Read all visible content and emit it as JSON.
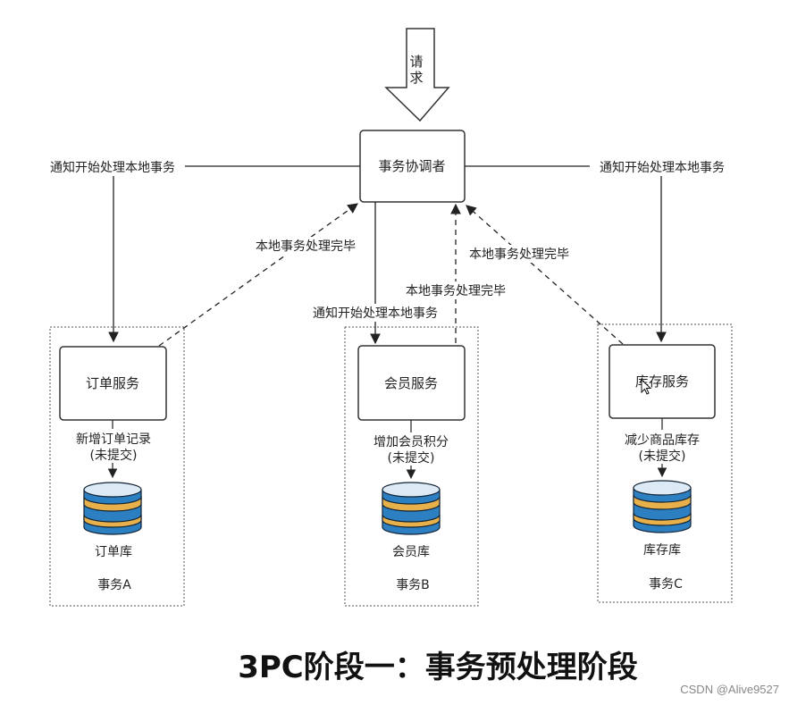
{
  "request": {
    "label_line1": "请",
    "label_line2": "求"
  },
  "coordinator": {
    "label": "事务协调者"
  },
  "edges": {
    "notify_left": "通知开始处理本地事务",
    "notify_right": "通知开始处理本地事务",
    "notify_middle": "通知开始处理本地事务",
    "done_a": "本地事务处理完毕",
    "done_b": "本地事务处理完毕",
    "done_c": "本地事务处理完毕"
  },
  "groups": [
    {
      "service": "订单服务",
      "op_line1": "新增订单记录",
      "op_line2": "(未提交)",
      "db": "订单库",
      "txn": "事务A"
    },
    {
      "service": "会员服务",
      "op_line1": "增加会员积分",
      "op_line2": "(未提交)",
      "db": "会员库",
      "txn": "事务B"
    },
    {
      "service": "库存服务",
      "op_line1": "减少商品库存",
      "op_line2": "(未提交)",
      "db": "库存库",
      "txn": "事务C"
    }
  ],
  "caption": "3PC阶段一：事务预处理阶段",
  "watermark": "CSDN @Alive9527",
  "colors": {
    "db_blue": "#2C7FC1",
    "db_gold": "#E8B04A",
    "db_top": "#DCEAF6",
    "line": "#222222"
  }
}
